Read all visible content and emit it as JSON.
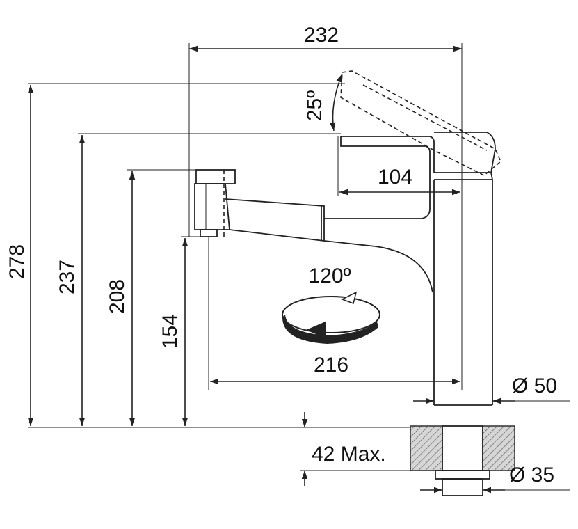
{
  "dimensions": {
    "width_232": "232",
    "height_278": "278",
    "height_237": "237",
    "height_208": "208",
    "height_154": "154",
    "angle_25": "25º",
    "depth_104": "104",
    "rotation_120": "120º",
    "reach_216": "216",
    "dia_50": "Ø 50",
    "max_42": "42 Max.",
    "dia_35": "Ø 35"
  }
}
